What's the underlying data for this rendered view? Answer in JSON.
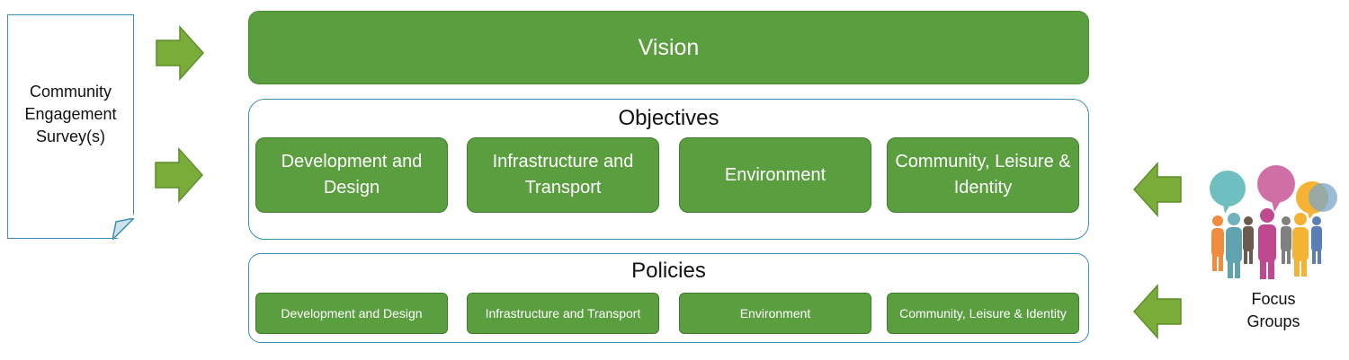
{
  "survey": {
    "label": "Community Engagement Survey(s)"
  },
  "vision": {
    "label": "Vision"
  },
  "objectives": {
    "title": "Objectives",
    "items": [
      "Development and Design",
      "Infrastructure and Transport",
      "Environment",
      "Community, Leisure & Identity"
    ]
  },
  "policies": {
    "title": "Policies",
    "items": [
      "Development and Design",
      "Infrastructure and Transport",
      "Environment",
      "Community, Leisure & Identity"
    ]
  },
  "focus_groups": {
    "label": "Focus Groups"
  },
  "colors": {
    "box_green": "#5a9e3f",
    "arrow_green": "#7aac3a",
    "outline_blue": "#3a8fb5"
  },
  "icons": {
    "arrow": "block-arrow-icon",
    "people": "people-group-icon",
    "document": "document-icon"
  }
}
